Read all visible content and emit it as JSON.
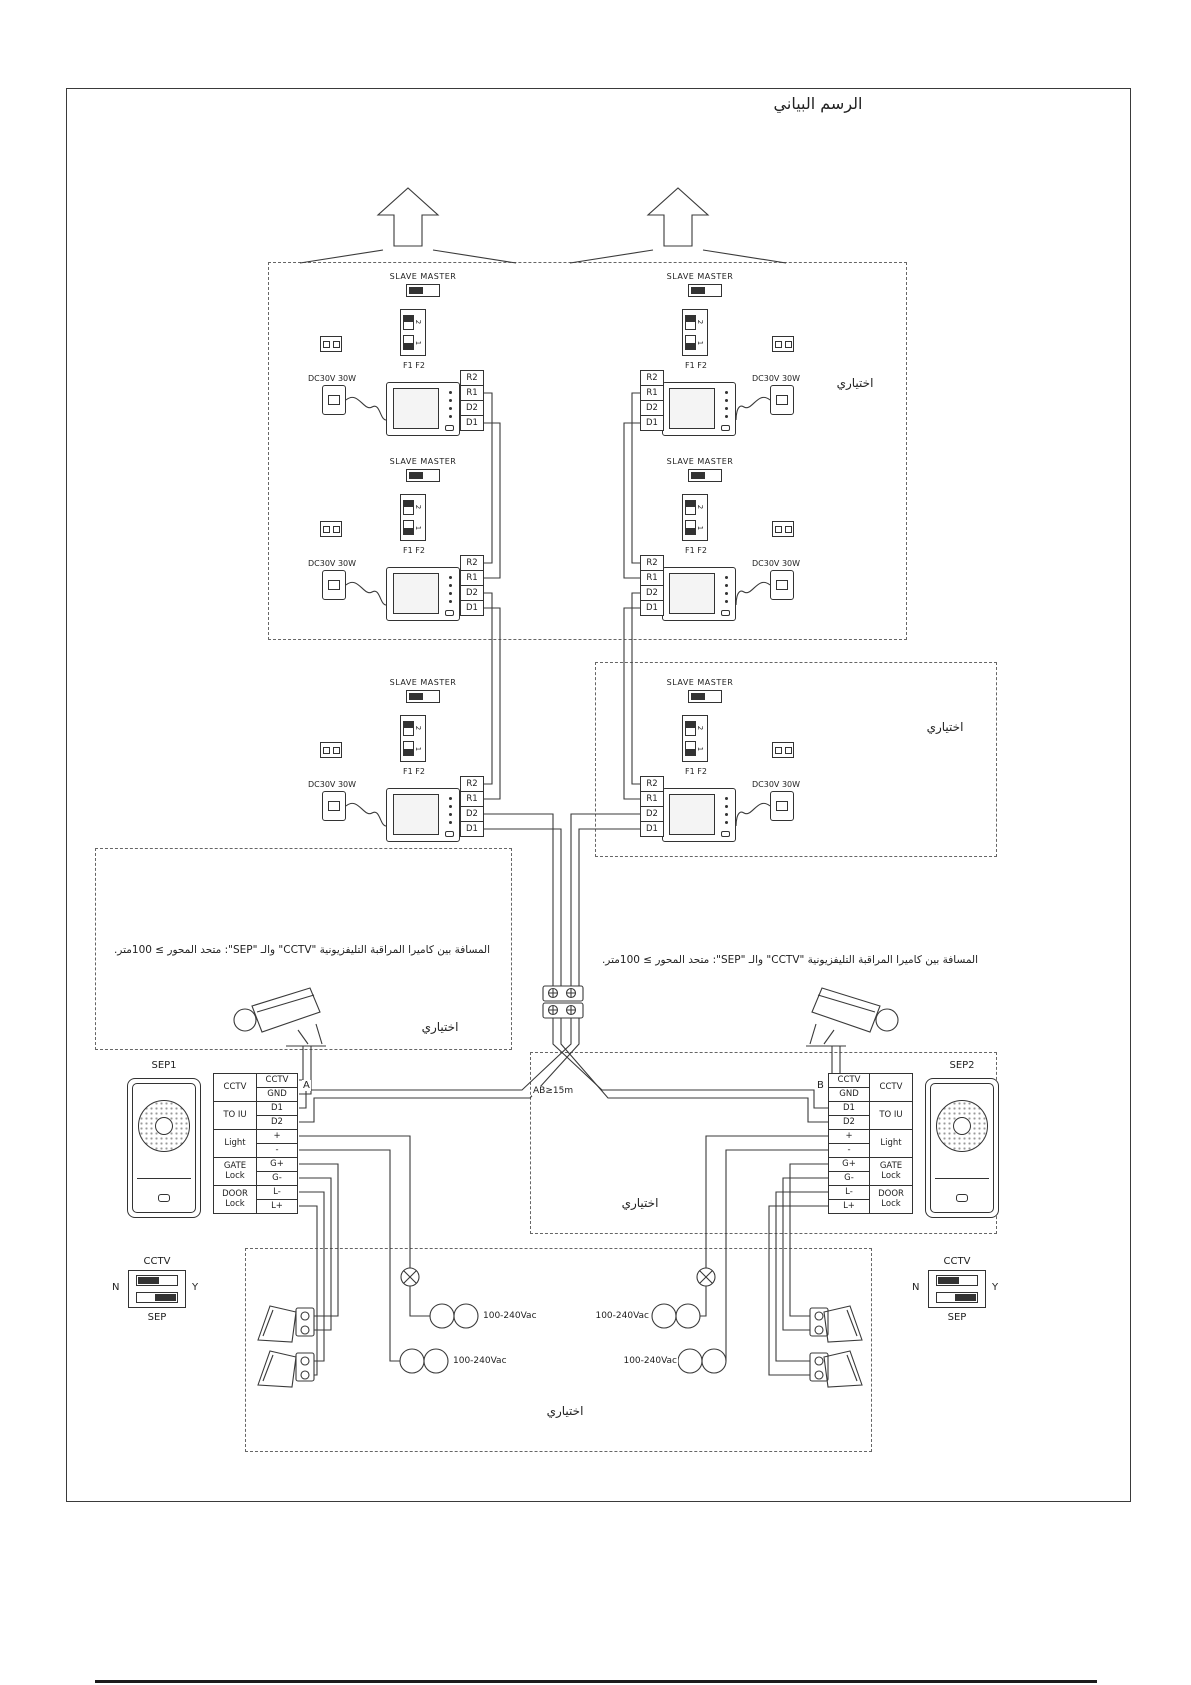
{
  "title": "الرسم البياني",
  "labels": {
    "optional": "اختياري",
    "distance_note": "المسافة بين كاميرا المراقبة التليفزيونية  \"CCTV\"  والـ  \"SEP\": متحد المحور ≥ 100متر.",
    "ab_distance": "AB≥15m",
    "point_a": "A",
    "point_b": "B",
    "cctv": "CCTV",
    "sep": "SEP",
    "n": "N",
    "y": "Y",
    "vac": "100-240Vac",
    "sep1": "SEP1",
    "sep2": "SEP2"
  },
  "unit": {
    "slave_master": "SLAVE  MASTER",
    "f1f2": "F1  F2",
    "power": "DC30V 30W",
    "dip": [
      "2",
      "1"
    ],
    "terminals": [
      "R2",
      "R1",
      "D2",
      "D1"
    ]
  },
  "door_terminal": {
    "groups": [
      "CCTV",
      "TO IU",
      "Light",
      "GATE Lock",
      "DOOR Lock"
    ],
    "pins": [
      "CCTV",
      "GND",
      "D1",
      "D2",
      "+",
      "-",
      "G+",
      "G-",
      "L-",
      "L+"
    ]
  }
}
